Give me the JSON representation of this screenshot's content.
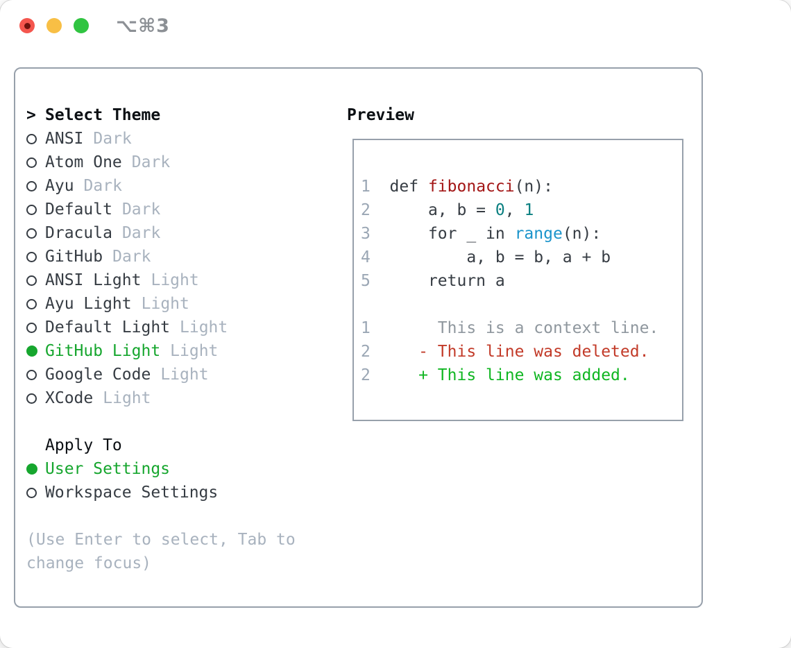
{
  "window": {
    "title": "⌥⌘3",
    "traffic_lights": [
      {
        "name": "close",
        "color": "#f4564e"
      },
      {
        "name": "minimize",
        "color": "#f8bf45"
      },
      {
        "name": "zoom",
        "color": "#30c441"
      }
    ]
  },
  "theme_panel": {
    "header_prefix": ">",
    "header": "Select Theme",
    "items": [
      {
        "label": "ANSI",
        "variant": "Dark",
        "selected": false
      },
      {
        "label": "Atom One",
        "variant": "Dark",
        "selected": false
      },
      {
        "label": "Ayu",
        "variant": "Dark",
        "selected": false
      },
      {
        "label": "Default",
        "variant": "Dark",
        "selected": false
      },
      {
        "label": "Dracula",
        "variant": "Dark",
        "selected": false
      },
      {
        "label": "GitHub",
        "variant": "Dark",
        "selected": false
      },
      {
        "label": "ANSI Light",
        "variant": "Light",
        "selected": false
      },
      {
        "label": "Ayu Light",
        "variant": "Light",
        "selected": false
      },
      {
        "label": "Default Light",
        "variant": "Light",
        "selected": false
      },
      {
        "label": "GitHub Light",
        "variant": "Light",
        "selected": true
      },
      {
        "label": "Google Code",
        "variant": "Light",
        "selected": false
      },
      {
        "label": "XCode",
        "variant": "Light",
        "selected": false
      }
    ],
    "apply_to": {
      "header": "Apply To",
      "options": [
        {
          "label": "User Settings",
          "selected": true
        },
        {
          "label": "Workspace Settings",
          "selected": false
        }
      ]
    },
    "hint": "(Use Enter to select, Tab to change focus)"
  },
  "preview": {
    "header": "Preview",
    "lines": [
      {
        "num": "1",
        "segments": [
          {
            "t": "  def ",
            "c": "pl"
          },
          {
            "t": "fibonacci",
            "c": "fn"
          },
          {
            "t": "(n):",
            "c": "pl"
          }
        ]
      },
      {
        "num": "2",
        "segments": [
          {
            "t": "      a, b = ",
            "c": "pl"
          },
          {
            "t": "0",
            "c": "lit"
          },
          {
            "t": ", ",
            "c": "pl"
          },
          {
            "t": "1",
            "c": "lit"
          }
        ]
      },
      {
        "num": "3",
        "segments": [
          {
            "t": "      for _ in ",
            "c": "pl"
          },
          {
            "t": "range",
            "c": "bi"
          },
          {
            "t": "(n):",
            "c": "pl"
          }
        ]
      },
      {
        "num": "4",
        "segments": [
          {
            "t": "          a, b = b, a + b",
            "c": "pl"
          }
        ]
      },
      {
        "num": "5",
        "segments": [
          {
            "t": "      return a",
            "c": "pl"
          }
        ]
      },
      {
        "num": "",
        "segments": []
      },
      {
        "num": "1",
        "segments": [
          {
            "t": "       This is a context line.",
            "c": "ctx"
          }
        ]
      },
      {
        "num": "2",
        "segments": [
          {
            "t": "     - This line was deleted.",
            "c": "del"
          }
        ]
      },
      {
        "num": "2",
        "segments": [
          {
            "t": "     + This line was added.",
            "c": "add"
          }
        ]
      }
    ]
  },
  "colors": {
    "selected_green": "#16a62e",
    "added_green": "#10b622",
    "deleted_red": "#c23a28",
    "context_gray": "#8f979e",
    "function_red": "#a31616",
    "number_teal": "#0a7f80",
    "builtin_blue": "#1b94cb",
    "muted_gray": "#a8b2be",
    "line_number_gray": "#9aa6b4",
    "border_gray": "#97a0ab",
    "text_dark": "#363c43",
    "traffic_red": "#f4564e",
    "traffic_yellow": "#f8bf45",
    "traffic_green": "#30c441"
  }
}
